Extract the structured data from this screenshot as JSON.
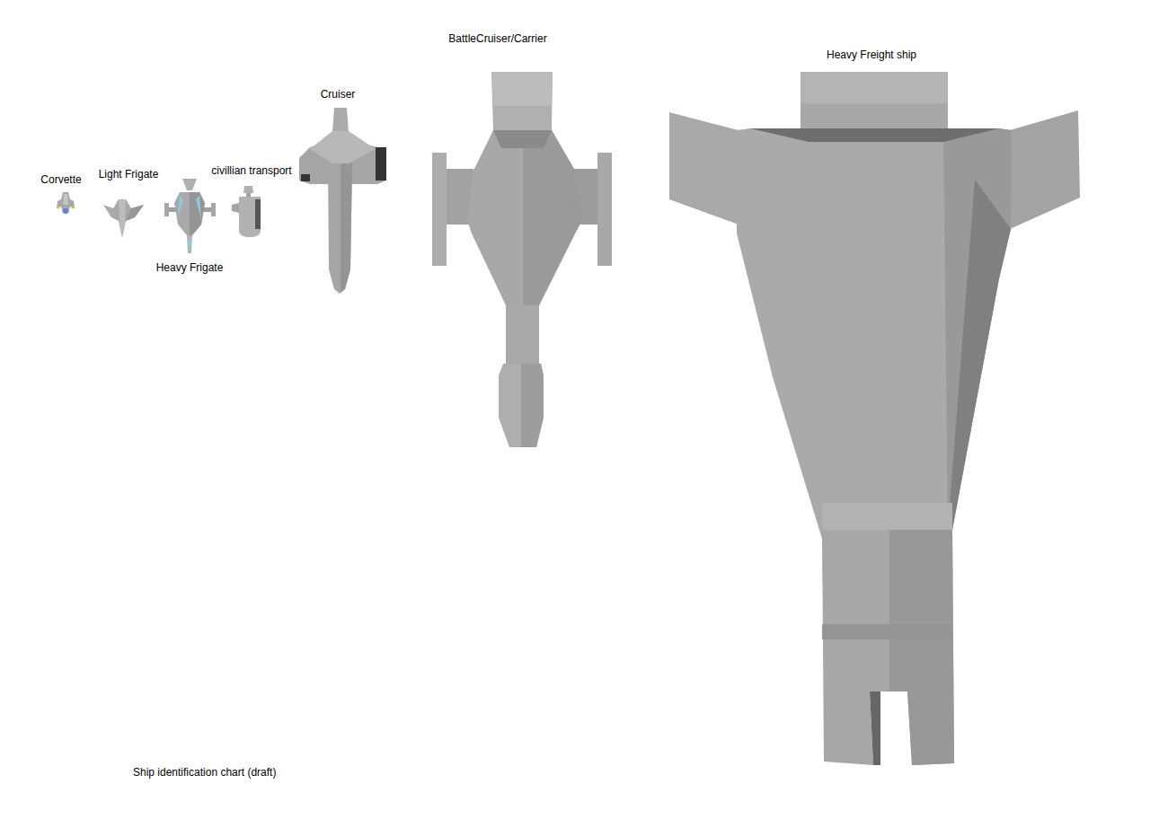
{
  "diagram": {
    "caption": "Ship identification chart (draft)",
    "labels": [
      "Corvette",
      "Light Frigate",
      "Heavy Frigate",
      "civillian transport",
      "Cruiser",
      "BattleCruiser/Carrier",
      "Heavy Freight ship"
    ]
  }
}
